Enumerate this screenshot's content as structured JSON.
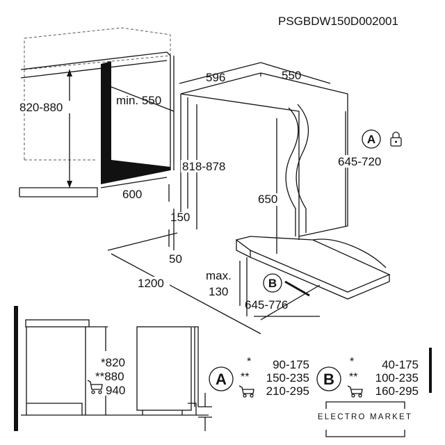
{
  "model_code": "PSGBDW150D002001",
  "top_view": {
    "cabinet_height": "820-880",
    "min_depth": "min. 550",
    "width": "596",
    "depth": "550",
    "niche_height": "818-878",
    "niche_width": "600",
    "body_height": "650",
    "door_height": "645-720",
    "plinth_height": "150",
    "plinth_depth": "50",
    "door_swing": "1200",
    "max_label": "max.",
    "max_value": "130",
    "door_travel": "645-776",
    "marker_a": "A",
    "marker_b": "B"
  },
  "side_view": {
    "height_1": "*820",
    "height_2": "**880",
    "height_3": "940"
  },
  "table_a": {
    "marker": "A",
    "rows": [
      {
        "mark": "*",
        "value": "90-175"
      },
      {
        "mark": "**",
        "value": "150-235"
      },
      {
        "mark": "cart-icon",
        "value": "210-295"
      }
    ]
  },
  "table_b": {
    "marker": "B",
    "rows": [
      {
        "mark": "*",
        "value": "40-175"
      },
      {
        "mark": "**",
        "value": "100-235"
      },
      {
        "mark": "cart-icon",
        "value": "160-295"
      }
    ]
  },
  "watermark": {
    "text": "ELECTRO MARKET"
  }
}
